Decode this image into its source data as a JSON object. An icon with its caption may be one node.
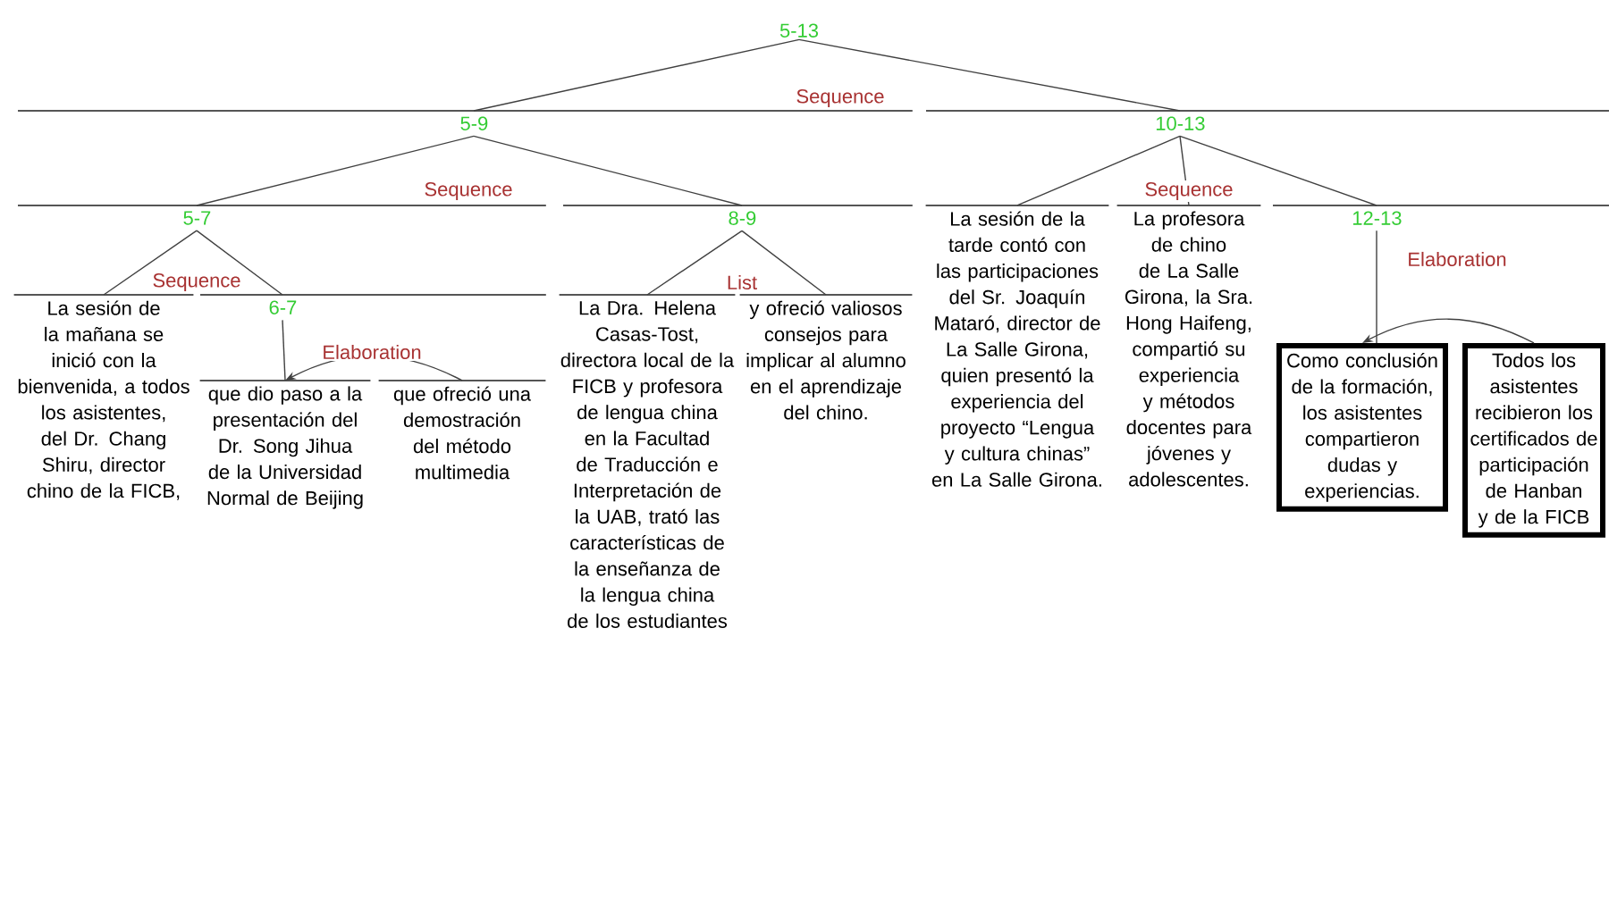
{
  "diagram": {
    "nodes": [
      {
        "text": [
          "5-13"
        ]
      },
      {
        "text": [
          "5-9"
        ]
      },
      {
        "text": [
          "10-13"
        ]
      },
      {
        "text": [
          "5-7"
        ]
      },
      {
        "text": [
          "8-9"
        ]
      },
      {
        "text": [
          "La sesión de la tarde contó con las participaciones del Sr. Joaquín Mataró, director de La Salle Girona, quien presentó la experiencia del proyecto “Lengua y cultura chinas” en La Salle Girona."
        ]
      },
      {
        "text": [
          "La profesora de chino de La Salle Girona, la Sra. Hong Haifeng, compartió su experiencia y métodos docentes para jóvenes y adolescentes."
        ]
      },
      {
        "text": [
          "12-13"
        ]
      },
      {
        "text": [
          "La sesión de la mañana se inició con la bienvenida, a todos los asistentes, del Dr. Chang Shiru, director chino de la FICB,"
        ]
      },
      {
        "text": [
          "6-7"
        ]
      },
      {
        "text": [
          "La Dra. Helena Casas-Tost, directora local de la FICB y profesora de lengua china en la Facultad de Traducción e Interpretación de la UAB, trató las características de la enseñanza de la lengua china de los estudiantes"
        ]
      },
      {
        "text": [
          "y ofreció valiosos consejos para implicar al alumno en el aprendizaje del chino."
        ]
      },
      {
        "text": [
          "Como conclusión de la formación, los asistentes compartieron dudas y experiencias."
        ]
      },
      {
        "text": [
          "Todos los asistentes recibieron los certificados de participación de Hanban y de la FICB"
        ]
      },
      {
        "text": [
          "que dio paso a la presentación del Dr. Song Jihua de la Universidad Normal de Beijing"
        ]
      },
      {
        "text": [
          "que ofreció una demostración del método multimedia"
        ]
      }
    ],
    "edges": [
      {
        "from": 0,
        "to": 1,
        "arrow": "none",
        "label": "Sequence"
      },
      {
        "from": 0,
        "to": 2,
        "arrow": "none"
      },
      {
        "from": 1,
        "to": 3,
        "arrow": "none",
        "label": "Sequence"
      },
      {
        "from": 1,
        "to": 4,
        "arrow": "none"
      },
      {
        "from": 2,
        "to": 5,
        "arrow": "none"
      },
      {
        "from": 2,
        "to": 6,
        "arrow": "none",
        "label": "Sequence"
      },
      {
        "from": 2,
        "to": 7,
        "arrow": "none"
      },
      {
        "from": 3,
        "to": 8,
        "arrow": "none",
        "label": "Sequence"
      },
      {
        "from": 3,
        "to": 9,
        "arrow": "none"
      },
      {
        "from": 4,
        "to": 10,
        "arrow": "none",
        "label": "List"
      },
      {
        "from": 4,
        "to": 11,
        "arrow": "none"
      },
      {
        "from": 9,
        "to": 14,
        "arrow": "none"
      },
      {
        "from": 15,
        "to": 14,
        "arrow": "to",
        "label": "Elaboration"
      },
      {
        "from": 7,
        "to": 12,
        "arrow": "none"
      },
      {
        "from": 13,
        "to": 12,
        "arrow": "to",
        "label": "Elaboration"
      }
    ]
  }
}
